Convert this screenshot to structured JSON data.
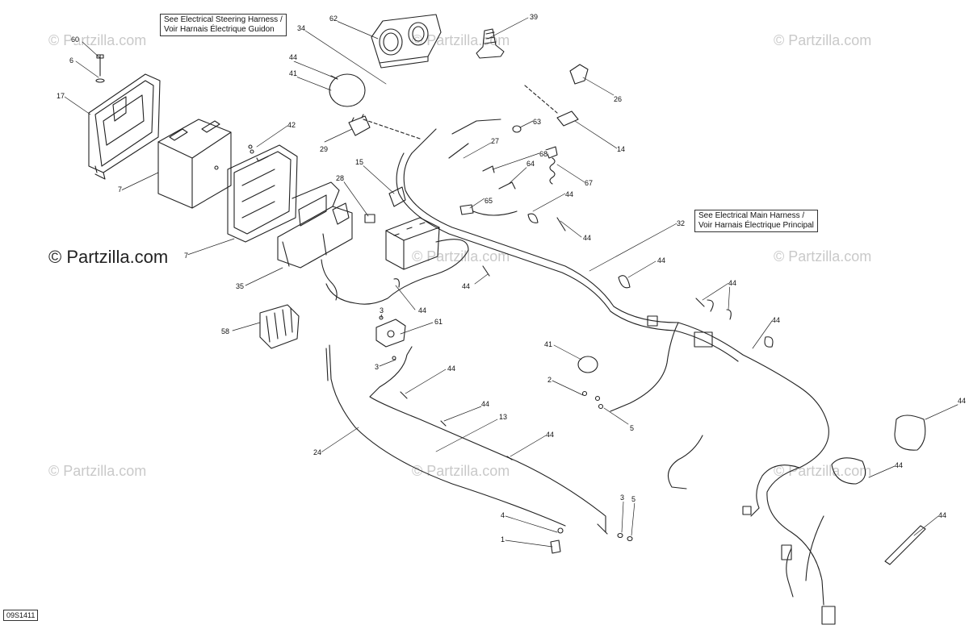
{
  "watermark": {
    "text": "© Partzilla.com",
    "dark_text": "© Partzilla.com"
  },
  "notes": {
    "steering_line1": "See Electrical Steering Harness /",
    "steering_line2": "Voir Harnais Électrique Guidon",
    "main_line1": "See Electrical Main Harness /",
    "main_line2": "Voir Harnais Électrique Principal"
  },
  "drawing_code": "09S1411",
  "callouts": [
    {
      "id": "c60",
      "text": "60"
    },
    {
      "id": "c6",
      "text": "6"
    },
    {
      "id": "c17",
      "text": "17"
    },
    {
      "id": "c7",
      "text": "7"
    },
    {
      "id": "c34",
      "text": "34"
    },
    {
      "id": "c62",
      "text": "62"
    },
    {
      "id": "c39",
      "text": "39"
    },
    {
      "id": "c44a",
      "text": "44"
    },
    {
      "id": "c41a",
      "text": "41"
    },
    {
      "id": "c26",
      "text": "26"
    },
    {
      "id": "c42",
      "text": "42"
    },
    {
      "id": "c29",
      "text": "29"
    },
    {
      "id": "c63",
      "text": "63"
    },
    {
      "id": "c14",
      "text": "14"
    },
    {
      "id": "c27",
      "text": "27"
    },
    {
      "id": "c68",
      "text": "68"
    },
    {
      "id": "c64",
      "text": "64"
    },
    {
      "id": "c67",
      "text": "67"
    },
    {
      "id": "c15",
      "text": "15"
    },
    {
      "id": "c28",
      "text": "28"
    },
    {
      "id": "c65",
      "text": "65"
    },
    {
      "id": "c44b",
      "text": "44"
    },
    {
      "id": "c44c",
      "text": "44"
    },
    {
      "id": "c32",
      "text": "32"
    },
    {
      "id": "c7b",
      "text": "7"
    },
    {
      "id": "c35",
      "text": "35"
    },
    {
      "id": "c44d",
      "text": "44"
    },
    {
      "id": "c44e",
      "text": "44"
    },
    {
      "id": "c44f",
      "text": "44"
    },
    {
      "id": "c44g",
      "text": "44"
    },
    {
      "id": "c44h",
      "text": "44"
    },
    {
      "id": "c3a",
      "text": "3"
    },
    {
      "id": "c61",
      "text": "61"
    },
    {
      "id": "c58",
      "text": "58"
    },
    {
      "id": "c3b",
      "text": "3"
    },
    {
      "id": "c41b",
      "text": "41"
    },
    {
      "id": "c44i",
      "text": "44"
    },
    {
      "id": "c2",
      "text": "2"
    },
    {
      "id": "c5a",
      "text": "5"
    },
    {
      "id": "c44j",
      "text": "44"
    },
    {
      "id": "c13",
      "text": "13"
    },
    {
      "id": "c24",
      "text": "24"
    },
    {
      "id": "c44k",
      "text": "44"
    },
    {
      "id": "c44l",
      "text": "44"
    },
    {
      "id": "c44m",
      "text": "44"
    },
    {
      "id": "c44n",
      "text": "44"
    },
    {
      "id": "c3c",
      "text": "3"
    },
    {
      "id": "c5b",
      "text": "5"
    },
    {
      "id": "c4",
      "text": "4"
    },
    {
      "id": "c1",
      "text": "1"
    }
  ]
}
